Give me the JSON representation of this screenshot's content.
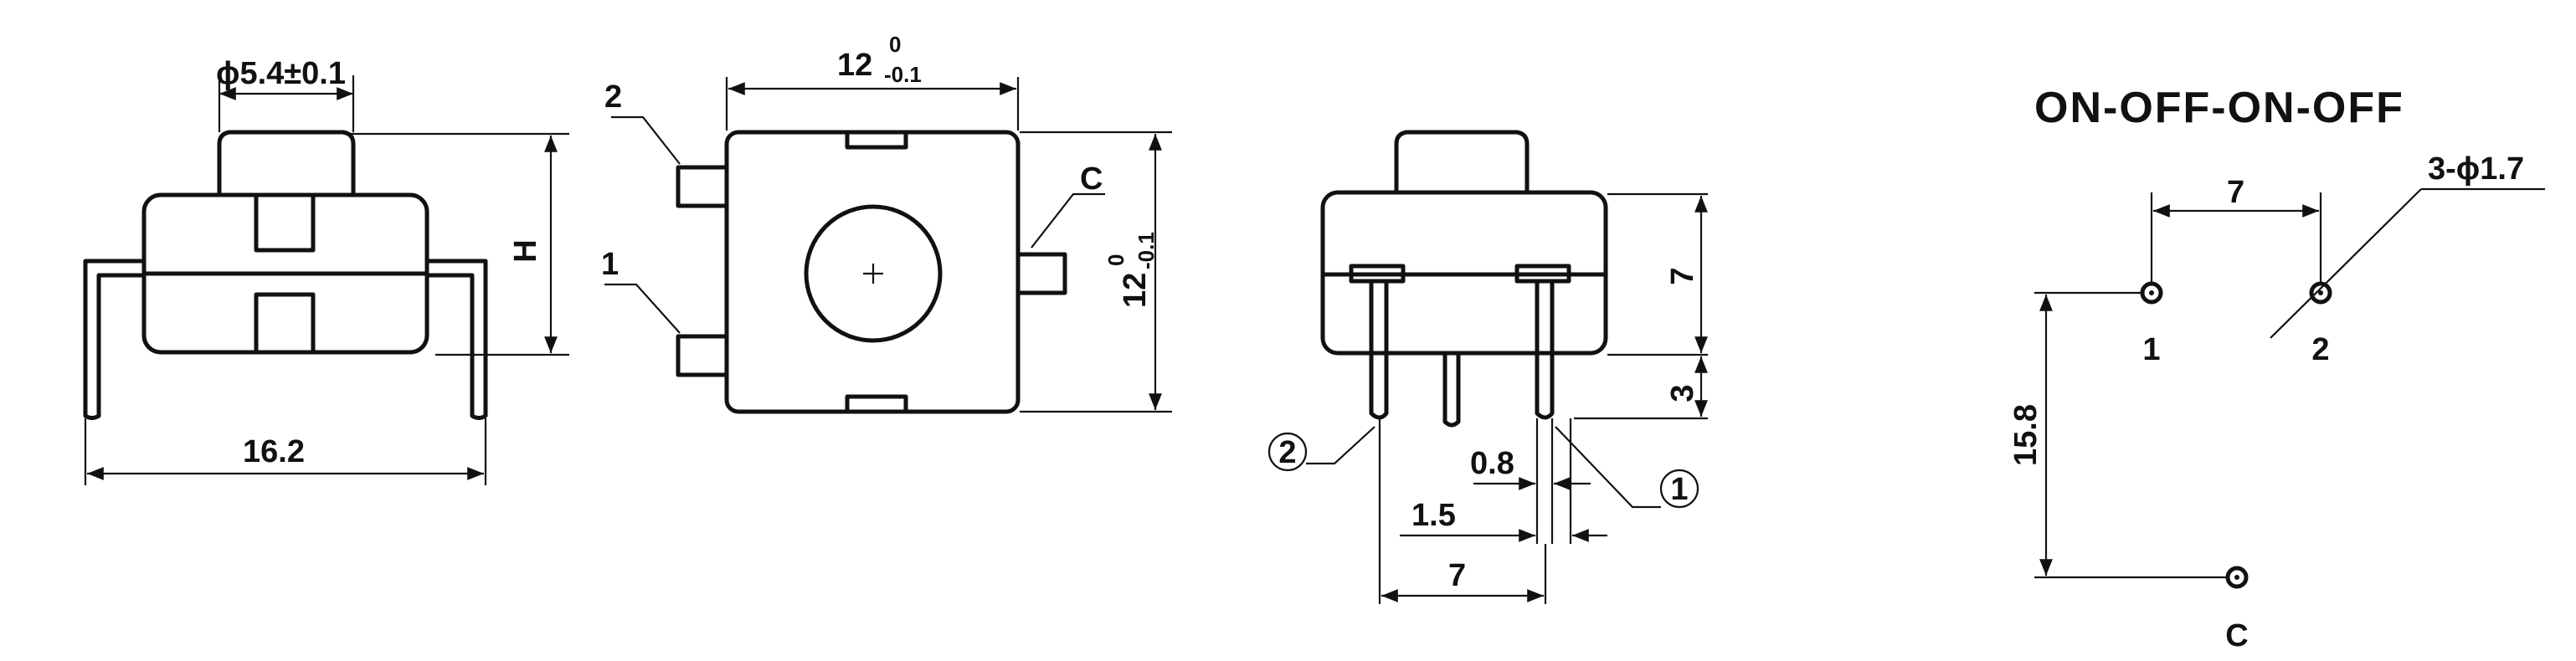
{
  "side_view": {
    "diameter_label": "ϕ5.4±0.1",
    "height_label": "H",
    "width_label": "16.2"
  },
  "top_view": {
    "pin2_label": "2",
    "pin1_label": "1",
    "pinC_label": "C",
    "width_main": "12",
    "width_upper": "0",
    "width_lower": "-0.1",
    "height_main": "12",
    "height_upper": "0",
    "height_lower": "-0.1"
  },
  "front_view": {
    "dim_7": "7",
    "dim_3": "3",
    "dim_08": "0.8",
    "dim_15": "1.5",
    "dim_7_bottom": "7",
    "callout_2": "2",
    "callout_1": "1"
  },
  "schematic": {
    "title": "ON-OFF-ON-OFF",
    "pitch_label": "7",
    "hole_label": "3-ϕ1.7",
    "pin1_label": "1",
    "pin2_label": "2",
    "pinC_label": "C",
    "vertical_label": "15.8"
  }
}
